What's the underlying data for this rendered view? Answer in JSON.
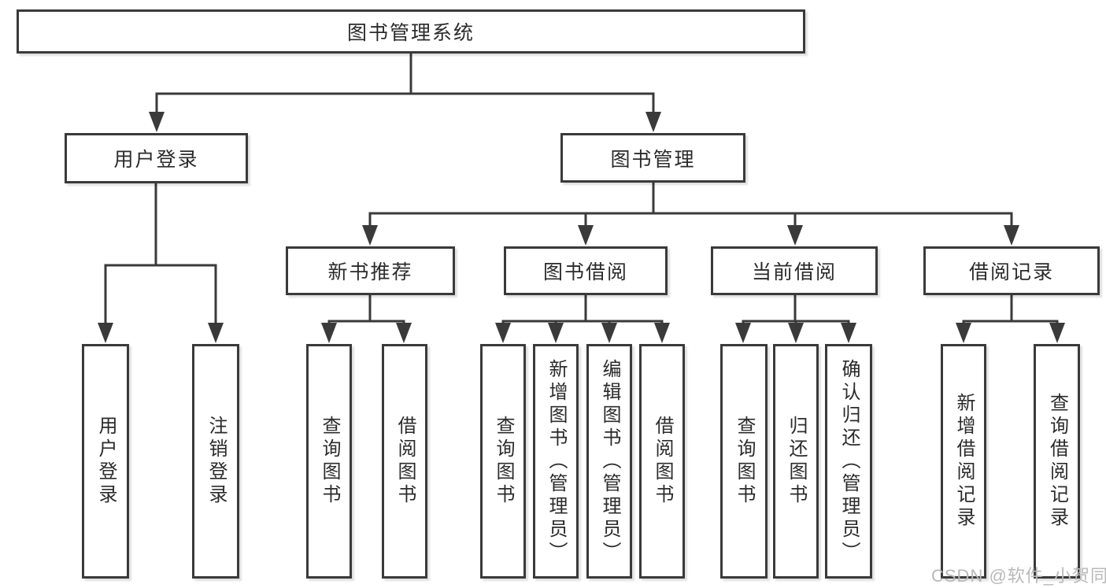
{
  "diagram": {
    "root_label": "图书管理系统",
    "branches": [
      {
        "label": "用户登录",
        "children": [
          "用户登录",
          "注销登录"
        ]
      },
      {
        "label": "图书管理",
        "groups": [
          {
            "label": "新书推荐",
            "children": [
              "查询图书",
              "借阅图书"
            ]
          },
          {
            "label": "图书借阅",
            "children": [
              "查询图书",
              "新增图书（管理员）",
              "编辑图书（管理员）",
              "借阅图书"
            ]
          },
          {
            "label": "当前借阅",
            "children": [
              "查询图书",
              "归还图书",
              "确认归还（管理员）"
            ]
          },
          {
            "label": "借阅记录",
            "children": [
              "新增借阅记录",
              "查询借阅记录"
            ]
          }
        ]
      }
    ]
  },
  "watermark": {
    "text": "CSDN @软件_小贺同学"
  },
  "colors": {
    "line": "#3a3a3a",
    "box_border": "#3a3a3a",
    "text": "#2b2b2b",
    "watermark": "#b9b9b9",
    "background": "#ffffff"
  }
}
